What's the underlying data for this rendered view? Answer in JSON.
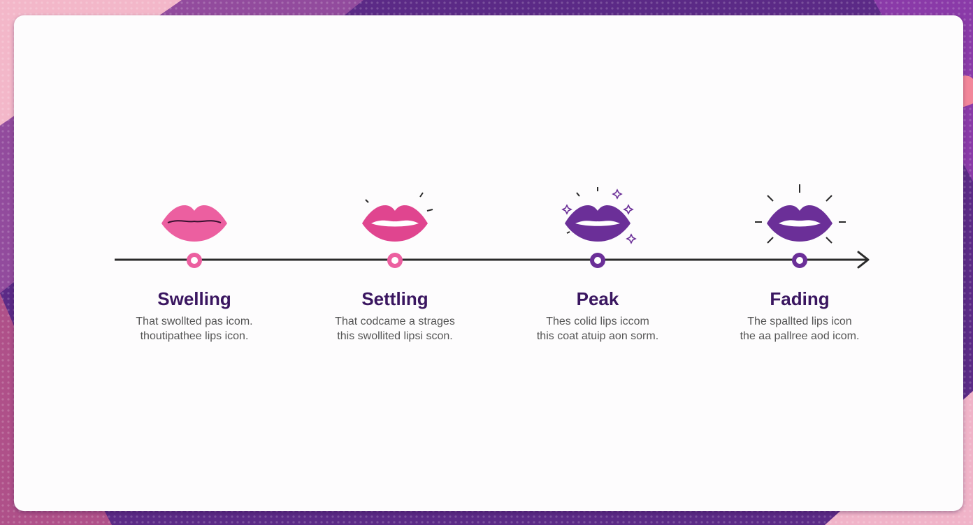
{
  "colors": {
    "frame": "#5b2a86",
    "pink": "#ec5fa0",
    "pink_dark": "#e0458f",
    "purple": "#6b2f98",
    "title": "#3a1660",
    "line": "#2a2a2a"
  },
  "stages": [
    {
      "title": "Swelling",
      "desc_line1": "That swollted pas icom.",
      "desc_line2": "thoutipathee lips icon.",
      "icon": "lips-plain-pink-icon"
    },
    {
      "title": "Settling",
      "desc_line1": "That codcame a strages",
      "desc_line2": "this swollited lipsi scon.",
      "icon": "lips-glowing-pink-icon"
    },
    {
      "title": "Peak",
      "desc_line1": "Thes colid lips iccom",
      "desc_line2": "this coat atuip aon sorm.",
      "icon": "lips-sparkling-purple-icon"
    },
    {
      "title": "Fading",
      "desc_line1": "The spallted lips icon",
      "desc_line2": "the aa pallree aod icom.",
      "icon": "lips-radiant-purple-icon"
    }
  ]
}
